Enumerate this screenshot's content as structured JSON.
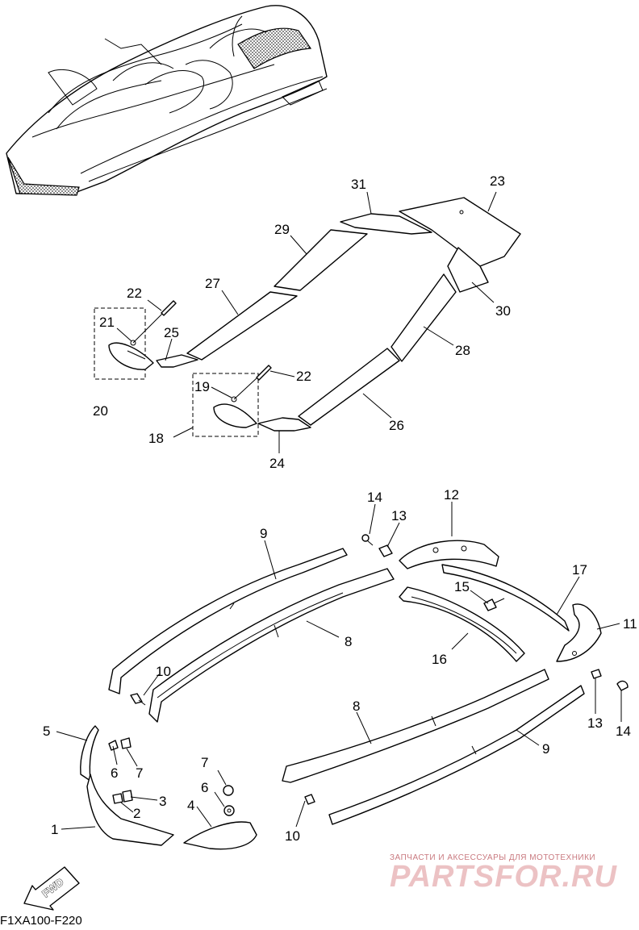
{
  "diagram": {
    "part_labels": [
      "1",
      "2",
      "3",
      "4",
      "5",
      "6",
      "7",
      "6",
      "7",
      "8",
      "8",
      "9",
      "9",
      "10",
      "10",
      "11",
      "12",
      "13",
      "13",
      "14",
      "14",
      "15",
      "16",
      "17",
      "18",
      "19",
      "20",
      "21",
      "22",
      "22",
      "23",
      "24",
      "25",
      "26",
      "27",
      "28",
      "29",
      "30",
      "31"
    ],
    "fwd_label": "FWD",
    "drawing_code": "F1XA100-F220"
  },
  "watermark": {
    "subtitle": "ЗАПЧАСТИ И АКСЕССУАРЫ ДЛЯ МОТОТЕХНИКИ",
    "brand": "PARTSFOR.RU",
    "color": "#c9797f"
  }
}
